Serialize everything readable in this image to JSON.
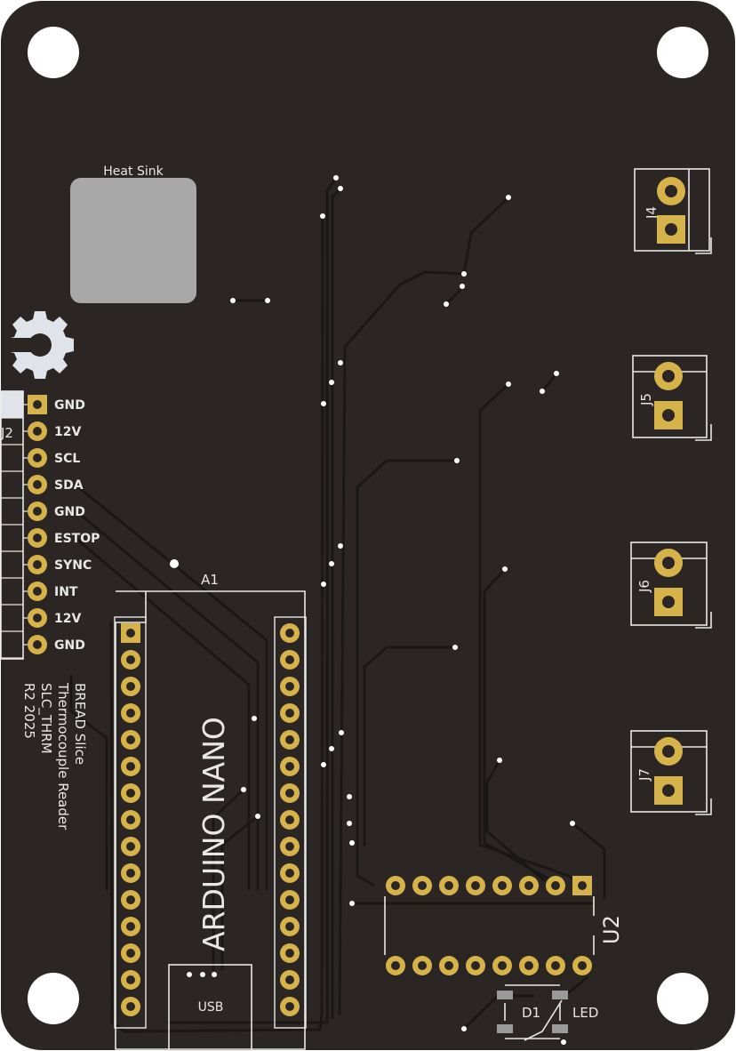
{
  "board": {
    "fill": "#2b2623",
    "silkscreen": "#e8e8e8",
    "pad_gold": "#d6b24a",
    "pad_hole": "#2b2623",
    "heat_sink_color": "#a8a8a8",
    "icon": "gear-logo-icon"
  },
  "heat_sink": {
    "label": "Heat Sink"
  },
  "j2": {
    "ref": "J2",
    "pins": [
      "GND",
      "12V",
      "SCL",
      "SDA",
      "GND",
      "ESTOP",
      "SYNC",
      "INT",
      "12V",
      "GND"
    ]
  },
  "a1": {
    "ref": "A1",
    "module_text": "ARDUINO NANO",
    "usb_label": "USB",
    "pins_per_side": 15
  },
  "board_text": [
    "BREAD Slice",
    "Thermocouple Reader",
    "SLC_THRM",
    "R2 2025"
  ],
  "terminals": [
    {
      "ref": "J4"
    },
    {
      "ref": "J5"
    },
    {
      "ref": "J6"
    },
    {
      "ref": "J7"
    }
  ],
  "u2": {
    "ref": "U2",
    "pins_per_side": 8
  },
  "d1": {
    "ref": "D1",
    "value": "LED"
  }
}
